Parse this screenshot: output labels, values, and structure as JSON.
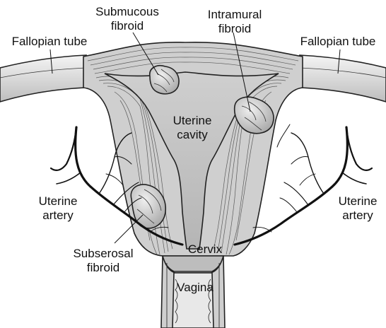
{
  "labels": {
    "fallopian_left": "Fallopian tube",
    "fallopian_right": "Fallopian tube",
    "submucous": [
      "Submucous",
      "fibroid"
    ],
    "intramural": [
      "Intramural",
      "fibroid"
    ],
    "uterine_cavity": [
      "Uterine",
      "cavity"
    ],
    "uterine_artery_left": [
      "Uterine",
      "artery"
    ],
    "uterine_artery_right": [
      "Uterine",
      "artery"
    ],
    "subserosal": [
      "Subserosal",
      "fibroid"
    ],
    "cervix": "Cervix",
    "vagina": "Vagina"
  },
  "colors": {
    "tissue": "#c9c9c9",
    "tissue_light": "#e4e4e4",
    "cavity": "#b8b8b8",
    "fibroid": "#d2d2d2",
    "outline": "#222222"
  }
}
